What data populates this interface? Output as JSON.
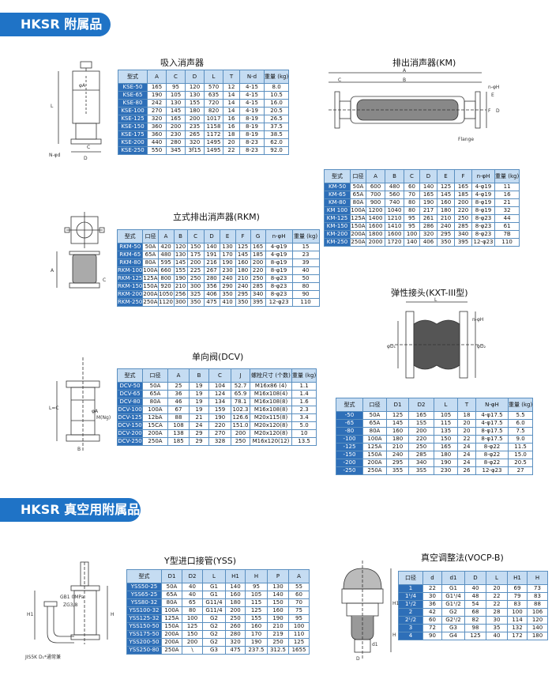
{
  "sections": {
    "accessories": "HKSR 附属品",
    "vacuum": "HKSR 真空用附属品"
  },
  "kse": {
    "title": "吸入消声器",
    "headers": [
      "型式",
      "A",
      "C",
      "D",
      "L",
      "T",
      "N-d",
      "重量 (kg)"
    ],
    "rows": [
      [
        "KSE-50",
        "165",
        "95",
        "120",
        "570",
        "12",
        "4-15",
        "8.0"
      ],
      [
        "KSE-65",
        "190",
        "105",
        "130",
        "635",
        "14",
        "4-15",
        "10.5"
      ],
      [
        "KSE-80",
        "242",
        "130",
        "155",
        "720",
        "14",
        "4-15",
        "16.0"
      ],
      [
        "KSE-100",
        "270",
        "145",
        "180",
        "820",
        "14",
        "4-19",
        "20.5"
      ],
      [
        "KSE-125",
        "320",
        "165",
        "200",
        "1017",
        "16",
        "8-19",
        "26.5"
      ],
      [
        "KSE-150",
        "360",
        "200",
        "235",
        "1158",
        "16",
        "8-19",
        "37.5"
      ],
      [
        "KSE-175",
        "360",
        "230",
        "265",
        "1172",
        "18",
        "8-19",
        "38.5"
      ],
      [
        "KSE-200",
        "440",
        "280",
        "320",
        "1495",
        "20",
        "8-23",
        "62.0"
      ],
      [
        "KSE-250",
        "550",
        "345",
        "3f15",
        "1495",
        "22",
        "8-23",
        "92.0"
      ]
    ]
  },
  "km": {
    "title": "排出消声器(KM)",
    "headers": [
      "型式",
      "口径",
      "A",
      "B",
      "C",
      "D",
      "E",
      "F",
      "n-φH",
      "重量 (kg)"
    ],
    "rows": [
      [
        "KM-50",
        "50A",
        "600",
        "480",
        "60",
        "140",
        "125",
        "165",
        "4-φ19",
        "11"
      ],
      [
        "KM-65",
        "65A",
        "700",
        "560",
        "70",
        "165",
        "145",
        "185",
        "4-φ19",
        "16"
      ],
      [
        "KM-80",
        "80A",
        "900",
        "740",
        "80",
        "190",
        "160",
        "200",
        "8-φ19",
        "21"
      ],
      [
        "KM 100",
        "100A",
        "1200",
        "1040",
        "80",
        "217",
        "180",
        "220",
        "8-φ19",
        "32"
      ],
      [
        "KM-125",
        "125A",
        "1400",
        "1210",
        "95",
        "261",
        "210",
        "250",
        "8-φ23",
        "44"
      ],
      [
        "KM-150",
        "150A",
        "1600",
        "1410",
        "95",
        "286",
        "240",
        "285",
        "8-φ23",
        "61"
      ],
      [
        "KM-200",
        "200A",
        "1800",
        "1600",
        "100",
        "320",
        "295",
        "340",
        "8-φ23",
        "7B"
      ],
      [
        "KM-250",
        "250A",
        "2000",
        "1720",
        "140",
        "406",
        "350",
        "395",
        "12-φ23",
        "110"
      ]
    ]
  },
  "rkm": {
    "title": "立式排出消声器(RKM)",
    "headers": [
      "型式",
      "口径",
      "A",
      "B",
      "C",
      "D",
      "E",
      "F",
      "G",
      "n-φH",
      "重量 (kg)"
    ],
    "rows": [
      [
        "RKM-50",
        "50A",
        "420",
        "120",
        "150",
        "140",
        "130",
        "125",
        "165",
        "4-φ19",
        "15"
      ],
      [
        "RKM-65",
        "65A",
        "480",
        "130",
        "175",
        "191",
        "170",
        "145",
        "185",
        "4-φ19",
        "23"
      ],
      [
        "RKM-80",
        "80A",
        "595",
        "145",
        "200",
        "216",
        "190",
        "160",
        "200",
        "8-φ19",
        "39"
      ],
      [
        "RKM-100",
        "100A",
        "660",
        "155",
        "225",
        "267",
        "230",
        "180",
        "220",
        "8-φ19",
        "40"
      ],
      [
        "RKM-125",
        "125A",
        "800",
        "190",
        "250",
        "280",
        "240",
        "210",
        "250",
        "8-φ23",
        "50"
      ],
      [
        "RKM-150",
        "150A",
        "920",
        "210",
        "300",
        "356",
        "290",
        "240",
        "285",
        "8-φ23",
        "80"
      ],
      [
        "RKM-200",
        "200A",
        "1050",
        "256",
        "325",
        "406",
        "350",
        "295",
        "340",
        "8-φ23",
        "90"
      ],
      [
        "RKM-250",
        "250A",
        "1120",
        "300",
        "350",
        "475",
        "410",
        "350",
        "395",
        "12-φ23",
        "110"
      ]
    ]
  },
  "dcv": {
    "title": "单向阀(DCV)",
    "headers": [
      "型式",
      "口径",
      "A",
      "B",
      "C",
      "J",
      "螺栓尺寸 (个数)",
      "重量 (kg)"
    ],
    "rows": [
      [
        "DCV-50",
        "50A",
        "25",
        "19",
        "104",
        "52.7",
        "M16x86 (4)",
        "1.1"
      ],
      [
        "DCV-65",
        "65A",
        "36",
        "19",
        "124",
        "65.9",
        "M16x108(4)",
        "1.4"
      ],
      [
        "DCV-80",
        "80A",
        "46",
        "19",
        "134",
        "78.1",
        "M16x108(8)",
        "1.6"
      ],
      [
        "DCV-100",
        "100A",
        "67",
        "19",
        "159",
        "102.3",
        "M16x108(8)",
        "2.3"
      ],
      [
        "DCV-125",
        "12bA",
        "88",
        "21",
        "190",
        "126.6",
        "M20x115(8)",
        "3.4"
      ],
      [
        "DCV-150",
        "15CA",
        "108",
        "24",
        "220",
        "151.0",
        "M20x120(8)",
        "5.0"
      ],
      [
        "DCV-200",
        "200A",
        "138",
        "29",
        "270",
        "200",
        "M20x120(8)",
        "10"
      ],
      [
        "DCV-250",
        "250A",
        "185",
        "29",
        "328",
        "250",
        "M16x120(12)",
        "13.5"
      ]
    ]
  },
  "kxt": {
    "title": "弹性接头(KXT-III型)",
    "headers": [
      "型式",
      "口径",
      "D1",
      "D2",
      "L",
      "T",
      "N-φH",
      "重量 (kg)"
    ],
    "rows": [
      [
        "-50",
        "50A",
        "125",
        "165",
        "105",
        "18",
        "4-φ17.5",
        "5.5"
      ],
      [
        "-65",
        "65A",
        "145",
        "1S5",
        "115",
        "20",
        "4-φ17.5",
        "6.0"
      ],
      [
        "-80",
        "80A",
        "160",
        "200",
        "135",
        "20",
        "8-φ17.5",
        "7.5"
      ],
      [
        "-100",
        "100A",
        "180",
        "220",
        "150",
        "22",
        "8-φ17.5",
        "9.0"
      ],
      [
        "-125",
        "125A",
        "210",
        "250",
        "165",
        "24",
        "8-φ22",
        "11.5"
      ],
      [
        "-150",
        "150A",
        "240",
        "285",
        "180",
        "24",
        "8-φ22",
        "15.0"
      ],
      [
        "-200",
        "200A",
        "295",
        "340",
        "190",
        "24",
        "8-φ22",
        "20.5"
      ],
      [
        "-250",
        "250A",
        "355",
        "3S5",
        "230",
        "26",
        "12-φ23",
        "27"
      ]
    ]
  },
  "yss": {
    "title": "Y型进口接管(YSS)",
    "headers": [
      "型式",
      "D1",
      "D2",
      "L",
      "H1",
      "H",
      "P",
      "A"
    ],
    "rows": [
      [
        "YSS50-25",
        "50A",
        "40",
        "G1",
        "140",
        "95",
        "130",
        "55"
      ],
      [
        "YSS65-25",
        "65A",
        "40",
        "G1",
        "160",
        "105",
        "140",
        "60"
      ],
      [
        "YSS80-32",
        "80A",
        "65",
        "G11/4",
        "180",
        "115",
        "150",
        "70"
      ],
      [
        "YSS100-32",
        "100A",
        "80",
        "G11/4",
        "200",
        "125",
        "160",
        "75"
      ],
      [
        "YSS125-32",
        "125A",
        "100",
        "G2",
        "250",
        "155",
        "190",
        "95"
      ],
      [
        "YSS150-50",
        "150A",
        "125",
        "G2",
        "260",
        "160",
        "210",
        "100"
      ],
      [
        "YSS175-50",
        "200A",
        "150",
        "G2",
        "280",
        "170",
        "219",
        "110"
      ],
      [
        "YSS200-50",
        "200A",
        "200",
        "G2",
        "320",
        "190",
        "250",
        "125"
      ],
      [
        "YSS250-80",
        "250A",
        "\\",
        "G3",
        "475",
        "237.5",
        "312.5",
        "1655"
      ]
    ]
  },
  "vocp": {
    "title": "真空调整法(VOCP-B)",
    "headers": [
      "口径",
      "d",
      "d1",
      "D",
      "L",
      "H1",
      "H"
    ],
    "rows": [
      [
        "1",
        "22",
        "G1",
        "40",
        "20",
        "69",
        "73"
      ],
      [
        "1¹/4",
        "30",
        "G1¹/4",
        "48",
        "22",
        "79",
        "83"
      ],
      [
        "1¹/2",
        "36",
        "G1¹/2",
        "54",
        "22",
        "83",
        "88"
      ],
      [
        "2",
        "42",
        "G2",
        "68",
        "28",
        "100",
        "106"
      ],
      [
        "2¹/2",
        "60",
        "G2¹/2",
        "82",
        "30",
        "114",
        "120"
      ],
      [
        "3",
        "72",
        "G3",
        "98",
        "35",
        "132",
        "140"
      ],
      [
        "4",
        "90",
        "G4",
        "125",
        "40",
        "172",
        "180"
      ]
    ]
  },
  "labels": {
    "flange": "Flange",
    "gb": "GB1 0MPa",
    "zg": "ZG3/8",
    "jis": "JIS5K D₁*通常兼",
    "a": "A",
    "b": "B",
    "c": "C",
    "d": "D",
    "e": "E",
    "f": "F",
    "l": "L",
    "h": "H",
    "h1": "H1",
    "d1": "d1",
    "phiA": "φA",
    "phiD1": "φD₁",
    "phiD2": "φD₂",
    "nphiH": "n-φH",
    "scale": "N-φd",
    "mtarr": "M(Ng)",
    "lc": "L=C"
  }
}
